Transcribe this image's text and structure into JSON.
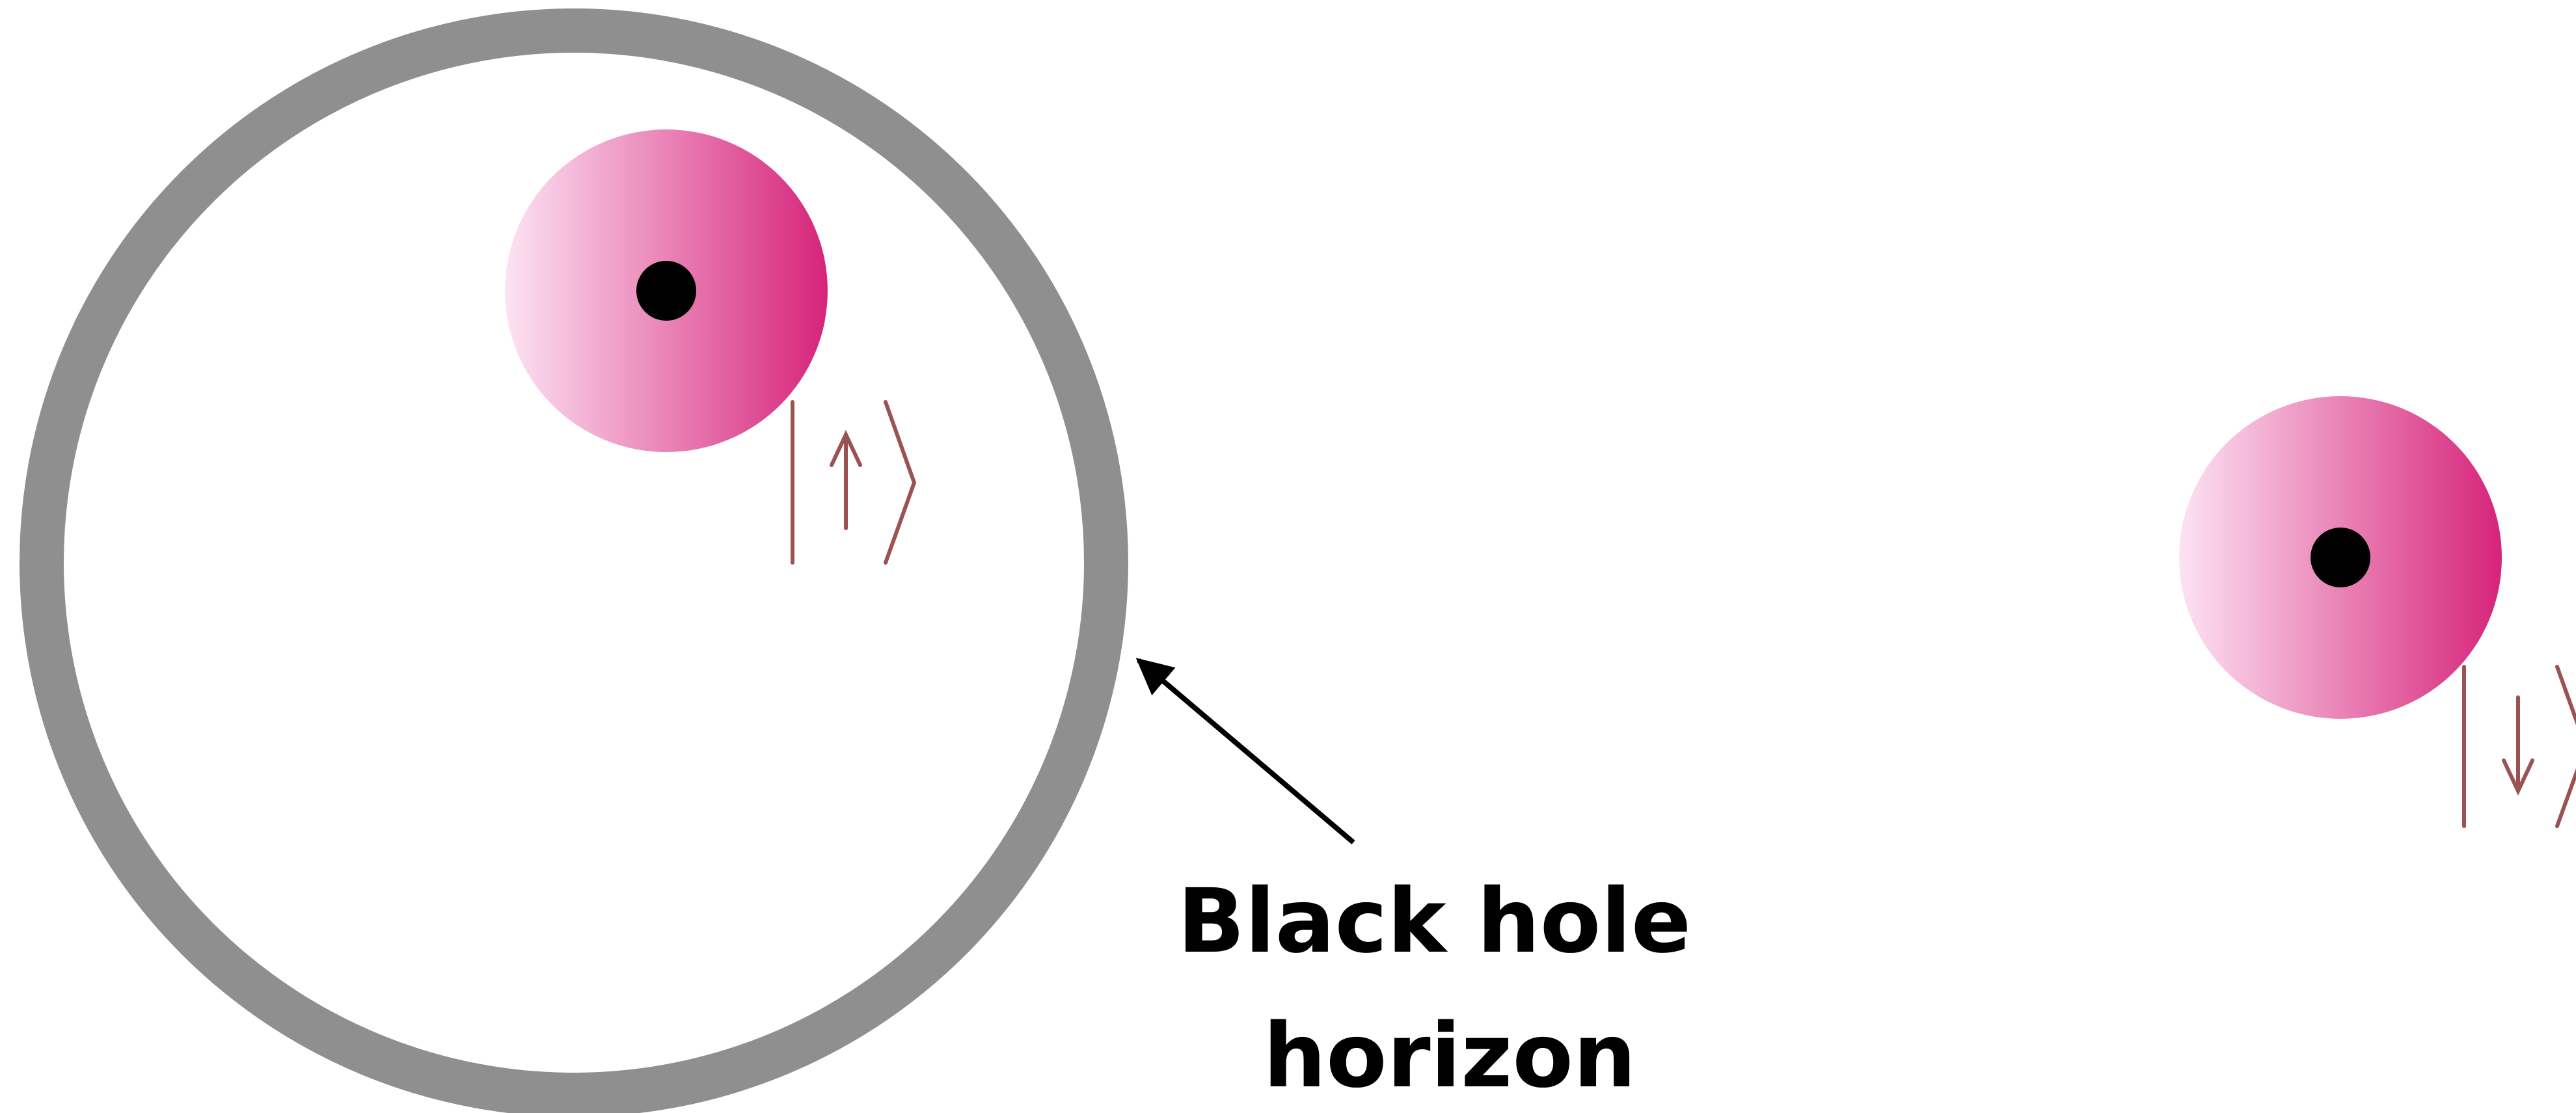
{
  "annotation": {
    "label_line1": "Black hole",
    "label_line2": "horizon"
  },
  "particles": [
    {
      "spin": "up"
    },
    {
      "spin": "down"
    }
  ],
  "colors": {
    "background": "#ffffff",
    "horizon": "#8f8f8f",
    "particle_light": "#fde3f3",
    "particle_dark": "#d6247a",
    "nucleus": "#000000",
    "ket": "#9a5252",
    "arrow": "#000000"
  }
}
